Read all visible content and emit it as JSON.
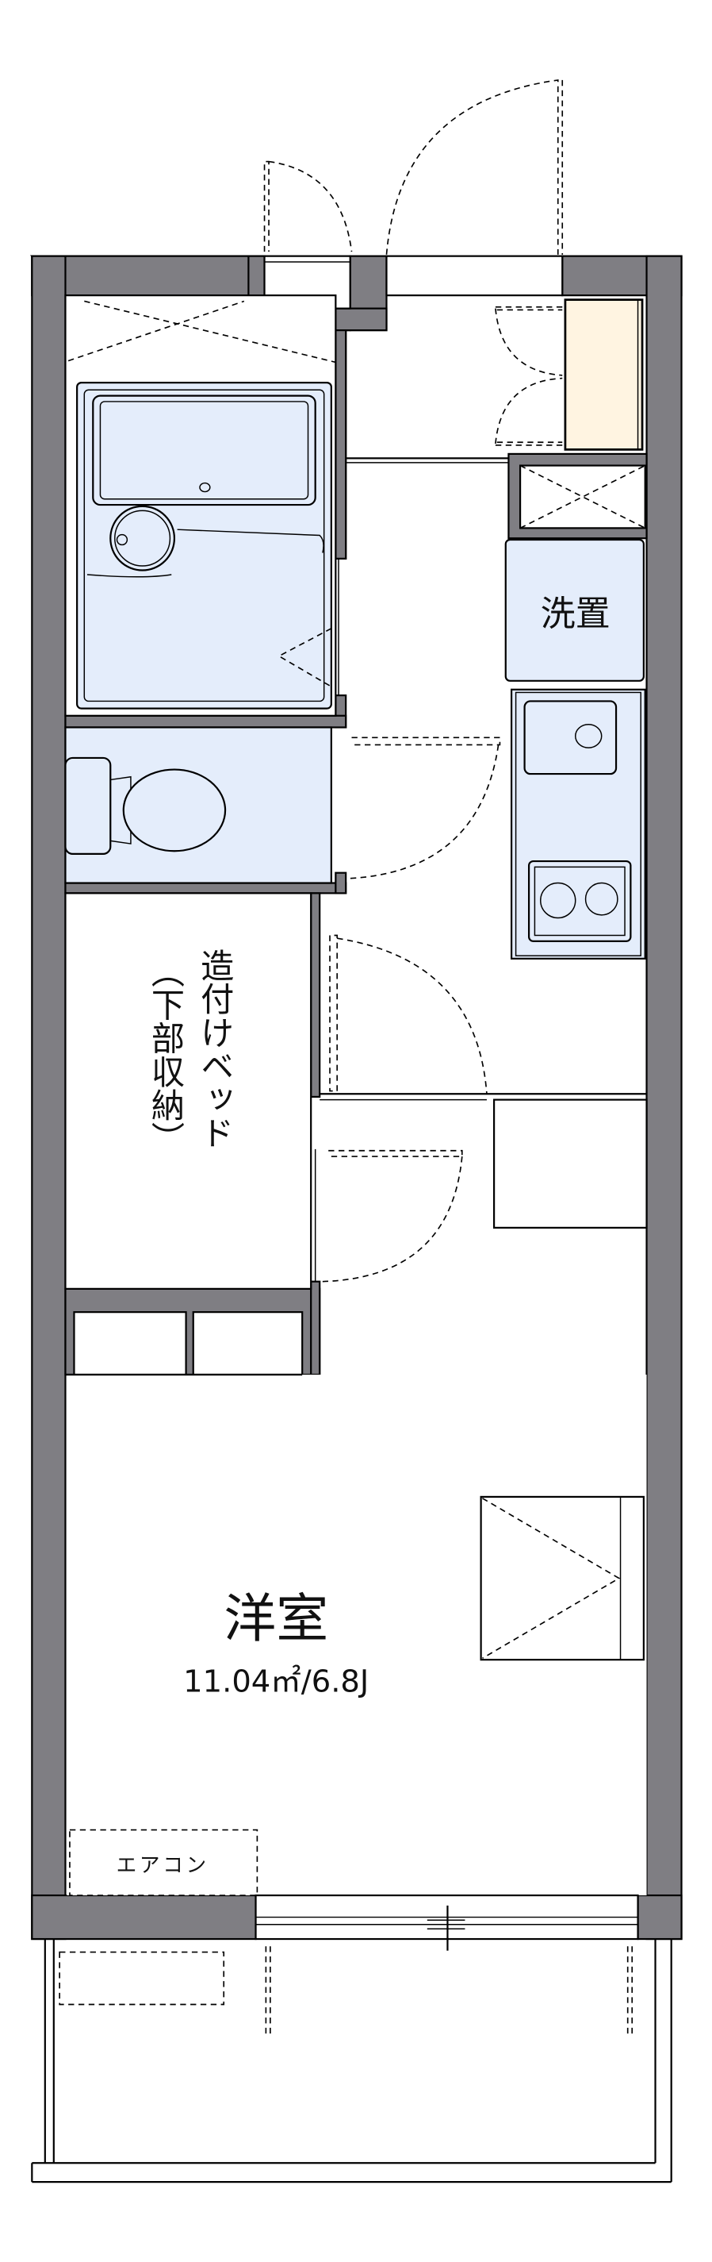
{
  "rooms": {
    "western_room": {
      "label": "洋室",
      "area": "11.04㎡/6.8J"
    },
    "washer": {
      "label": "洗置"
    },
    "built_in_bed": {
      "label": "造付けベッド",
      "sub_label": "（下部収納）"
    },
    "air_conditioner": {
      "label": "エアコン"
    }
  },
  "colors": {
    "wall": "#7f7e83",
    "fixture_blue": "#e4edfb",
    "shoe_cabinet": "#fff4e1"
  }
}
